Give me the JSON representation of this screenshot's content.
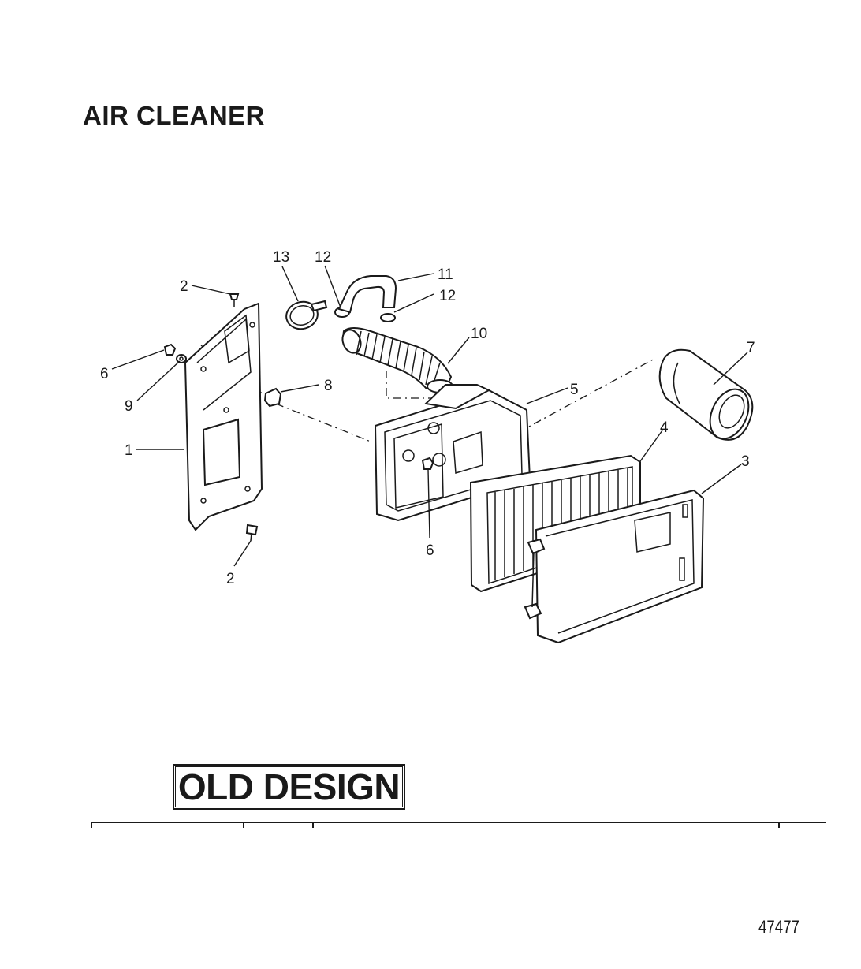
{
  "title": "AIR CLEANER",
  "design_note": "OLD DESIGN",
  "drawing_number": "47477",
  "callouts": {
    "c1": "1",
    "c2_top": "2",
    "c2_bottom": "2",
    "c3": "3",
    "c4": "4",
    "c5": "5",
    "c6_left": "6",
    "c6_center": "6",
    "c7": "7",
    "c8": "8",
    "c9": "9",
    "c10": "10",
    "c11": "11",
    "c12_left": "12",
    "c12_right": "12",
    "c13": "13"
  }
}
